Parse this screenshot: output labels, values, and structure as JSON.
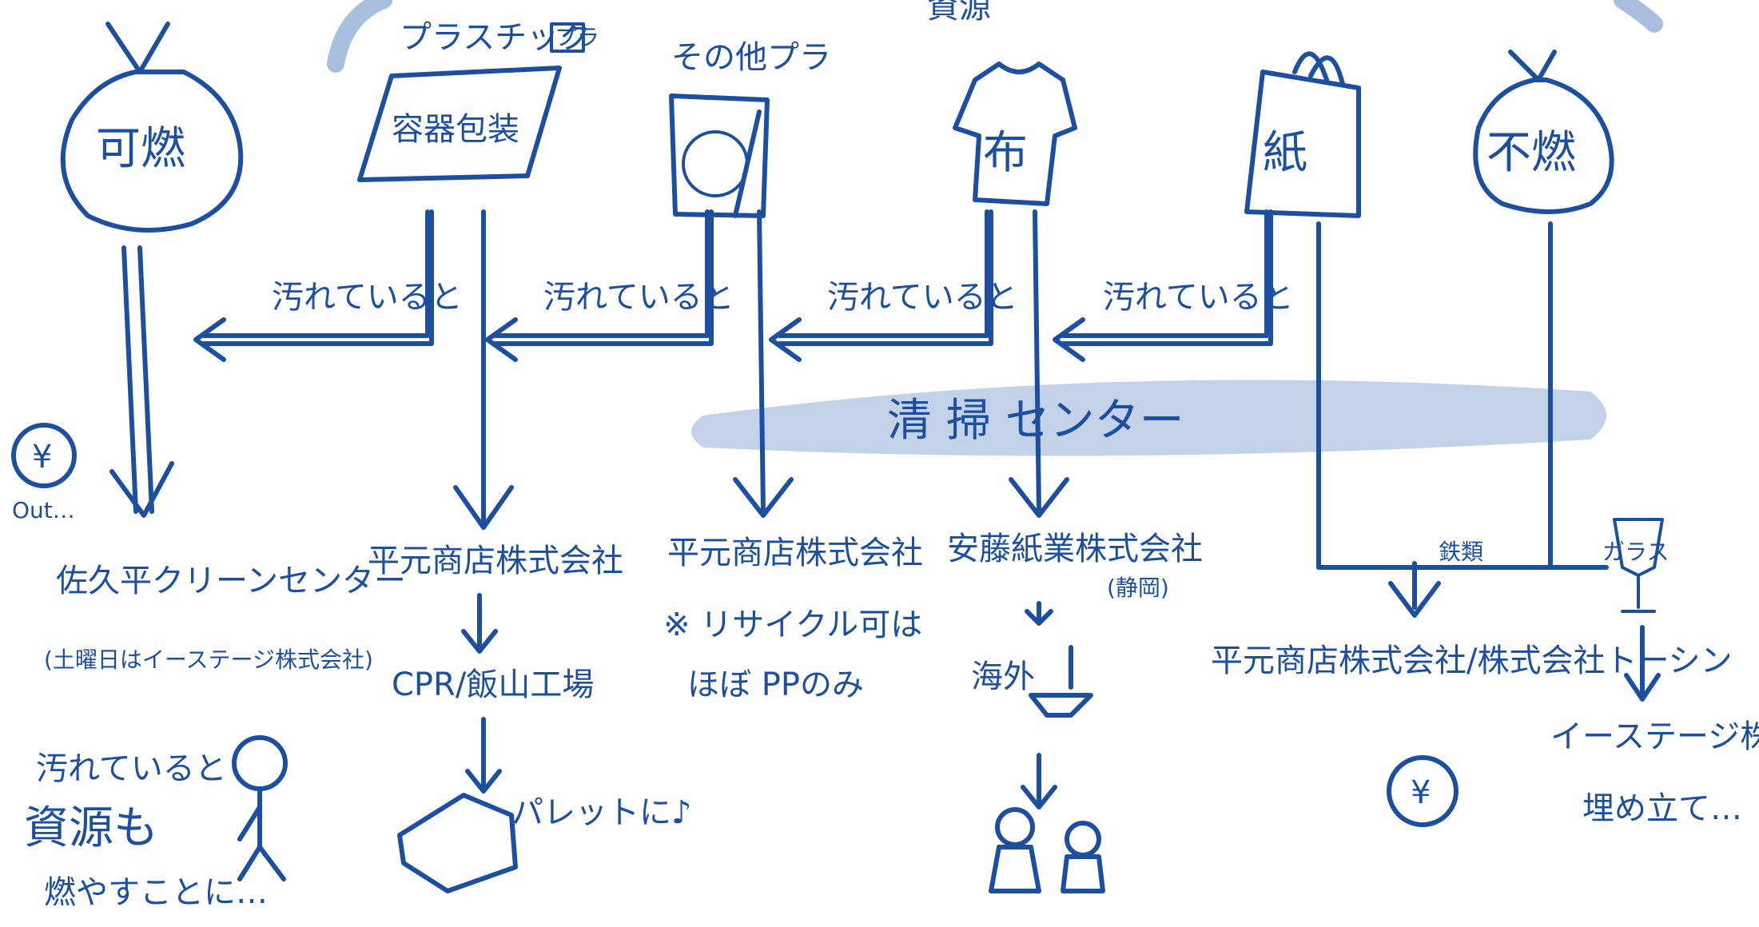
{
  "header_fragment": "資源",
  "categories": [
    {
      "label": "可燃",
      "icon": "garbage-bag-icon"
    },
    {
      "label": "プラスチック",
      "badge": "プラ",
      "sub_label": "容器包装",
      "icon": "plastic-package-icon"
    },
    {
      "label": "その他プラ",
      "icon": "cd-toothbrush-icon"
    },
    {
      "label": "布",
      "icon": "tshirt-icon"
    },
    {
      "label": "紙",
      "icon": "paper-bag-icon"
    },
    {
      "label": "不燃",
      "icon": "garbage-bag-icon"
    }
  ],
  "dirty_note": "汚れていると",
  "center_label": "清 掃 センター",
  "out_coin": {
    "symbol": "¥",
    "text": "Out…"
  },
  "destinations": {
    "col1": {
      "name": "佐久平クリーンセンター",
      "note": "(土曜日はイーステージ株式会社)"
    },
    "col2": {
      "name": "平元商店株式会社",
      "step2": "CPR/飯山工場",
      "step3": "パレットに♪"
    },
    "col3": {
      "name": "平元商店株式会社",
      "note_line1": "※ リサイクル可は",
      "note_line2": "ほぼ PPのみ"
    },
    "col4": {
      "name": "安藤紙業株式会社",
      "region": "(静岡)",
      "step2": "海外"
    },
    "col5": {
      "branch_label": "鉄類",
      "name": "平元商店株式会社/株式会社トーシン"
    },
    "col6": {
      "branch_label": "ガラス",
      "name": "イーステージ株式会社",
      "step2": "埋め立て…"
    }
  },
  "bottom_note": {
    "line1": "汚れていると",
    "line2": "資源も",
    "line3": "燃やすことに…"
  },
  "colors": {
    "ink": "#1d4fa0",
    "highlight": "#a9bfdf"
  }
}
